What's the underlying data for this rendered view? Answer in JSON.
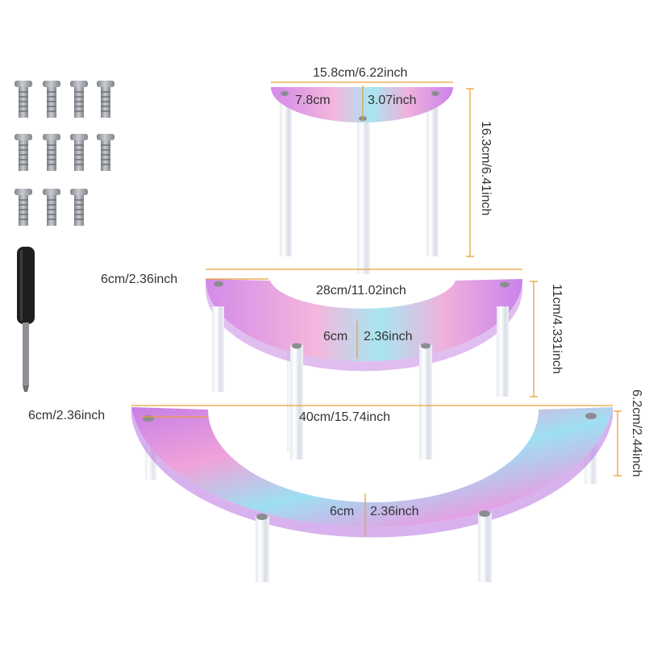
{
  "colors": {
    "dimension_line": "#e8a23a",
    "acrylic_pink": "#e58ee0",
    "acrylic_blue": "#8fd8f0",
    "screw_gray": "#9a9ea3",
    "screwdriver_handle": "#1e1e1e"
  },
  "accessories": {
    "screws_icon": "screw-icon",
    "screw_count": 11,
    "tool_icon": "screwdriver-icon"
  },
  "tiers": {
    "top": {
      "width_label": "15.8cm/6.22inch",
      "depth_label": "7.8cm",
      "depth_label_in": "3.07inch",
      "height_label": "16.3cm/6.41inch"
    },
    "middle": {
      "width_label": "28cm/11.02inch",
      "band_label": "6cm/2.36inch",
      "depth_label": "6cm",
      "depth_label_in": "2.36inch",
      "height_label": "11cm/4.331inch"
    },
    "bottom": {
      "width_label": "40cm/15.74inch",
      "band_label": "6cm/2.36inch",
      "depth_label": "6cm",
      "depth_label_in": "2.36inch",
      "height_label": "6.2cm/2.44inch"
    }
  }
}
